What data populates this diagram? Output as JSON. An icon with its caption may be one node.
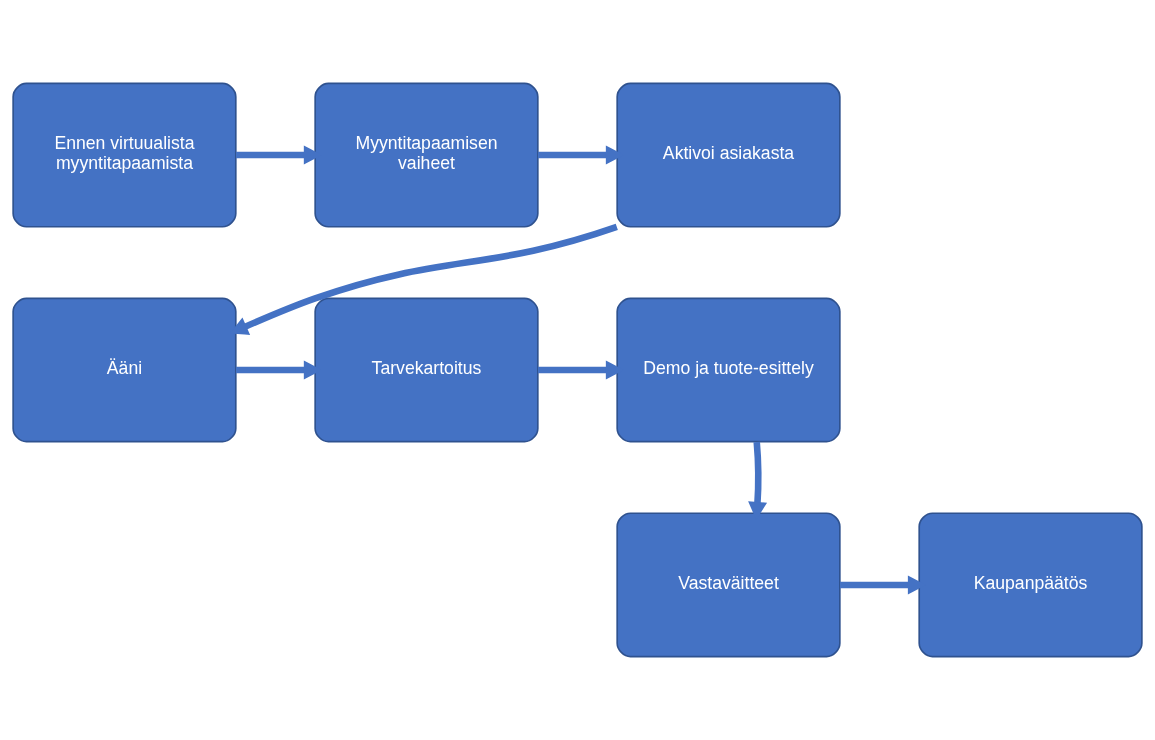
{
  "diagram": {
    "nodes": [
      {
        "text": [
          "Ennen virtuualista myyntitapaamista"
        ]
      },
      {
        "text": [
          "Myyntitapaamisen vaiheet"
        ]
      },
      {
        "text": [
          "Aktivoi asiakasta"
        ]
      },
      {
        "text": [
          "Ääni"
        ]
      },
      {
        "text": [
          "Tarvekartoitus"
        ]
      },
      {
        "text": [
          "Demo ja tuote-esittely"
        ]
      },
      {
        "text": [
          "Vastaväitteet"
        ]
      },
      {
        "text": [
          "Kaupanpäätös"
        ]
      }
    ],
    "edges": [
      {
        "from": 0,
        "to": 1,
        "arrow": "to"
      },
      {
        "from": 1,
        "to": 2,
        "arrow": "to"
      },
      {
        "from": 2,
        "to": 3,
        "arrow": "to"
      },
      {
        "from": 3,
        "to": 4,
        "arrow": "to"
      },
      {
        "from": 4,
        "to": 5,
        "arrow": "to"
      },
      {
        "from": 5,
        "to": 6,
        "arrow": "to"
      },
      {
        "from": 6,
        "to": 7,
        "arrow": "to"
      }
    ]
  }
}
